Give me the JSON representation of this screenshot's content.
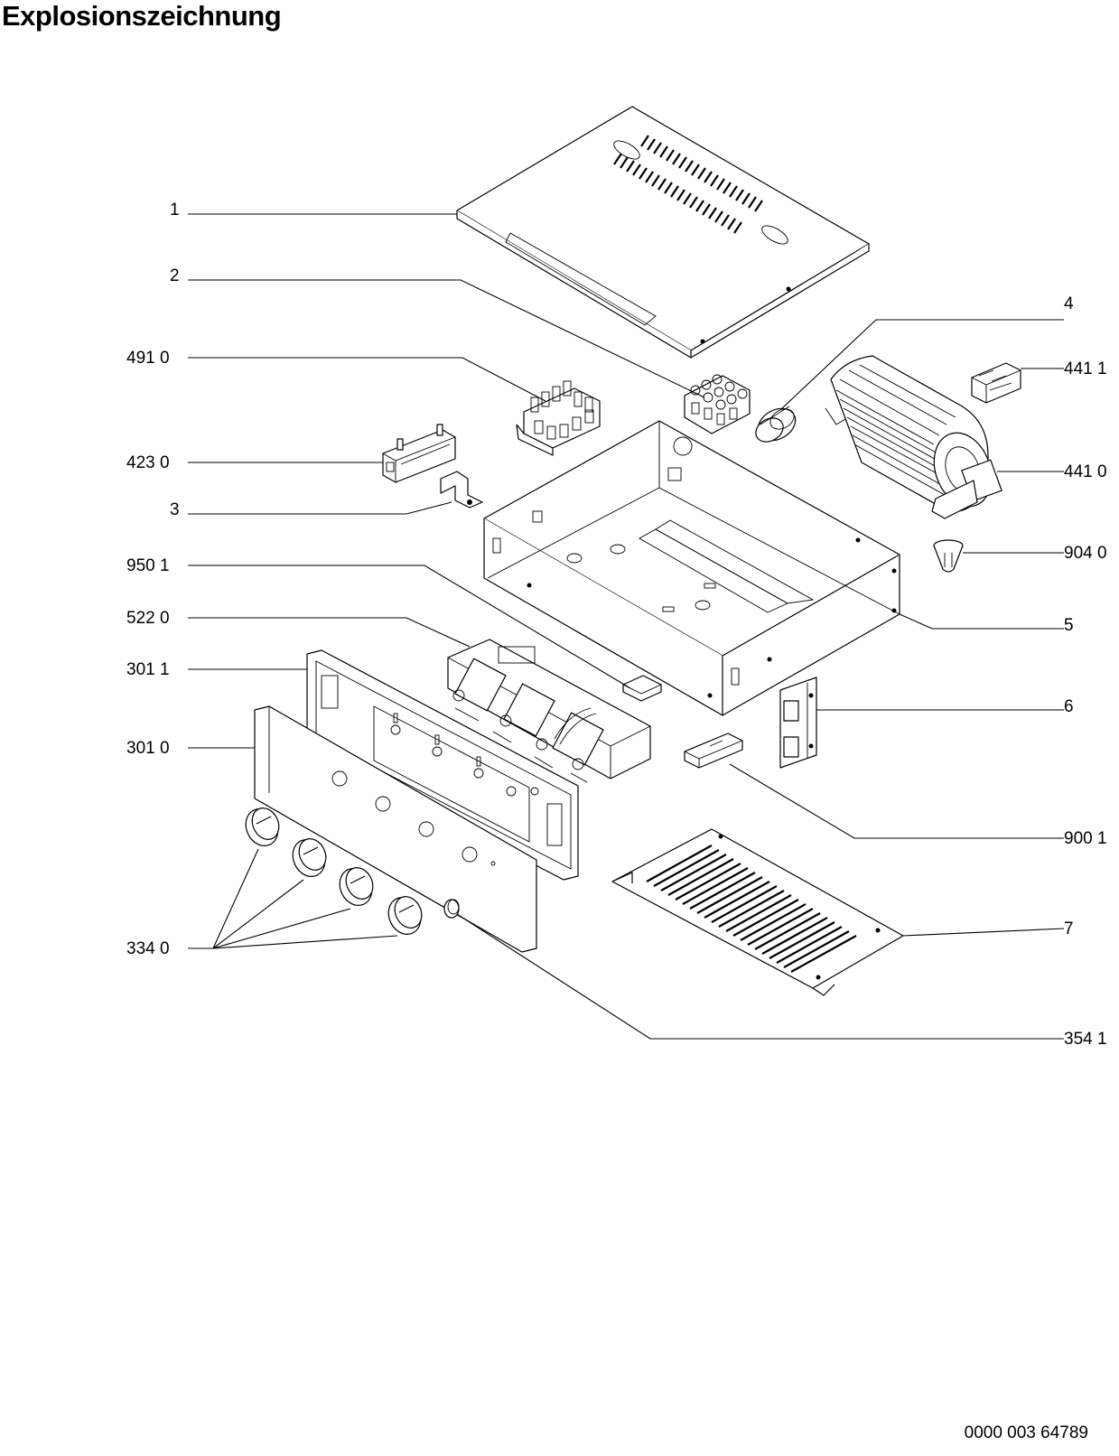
{
  "title": "Explosionszeichnung",
  "doc_number": "0000 003 64789",
  "labels": {
    "p1": "1",
    "p2": "2",
    "p3": "3",
    "p4": "4",
    "p5": "5",
    "p6": "6",
    "p7": "7",
    "p491": "491 0",
    "p423": "423 0",
    "p950": "950 1",
    "p522": "522 0",
    "p3011": "301 1",
    "p3010": "301 0",
    "p334": "334 0",
    "p4411": "441 1",
    "p4410": "441 0",
    "p904": "904 0",
    "p900": "900 1",
    "p354": "354 1"
  }
}
